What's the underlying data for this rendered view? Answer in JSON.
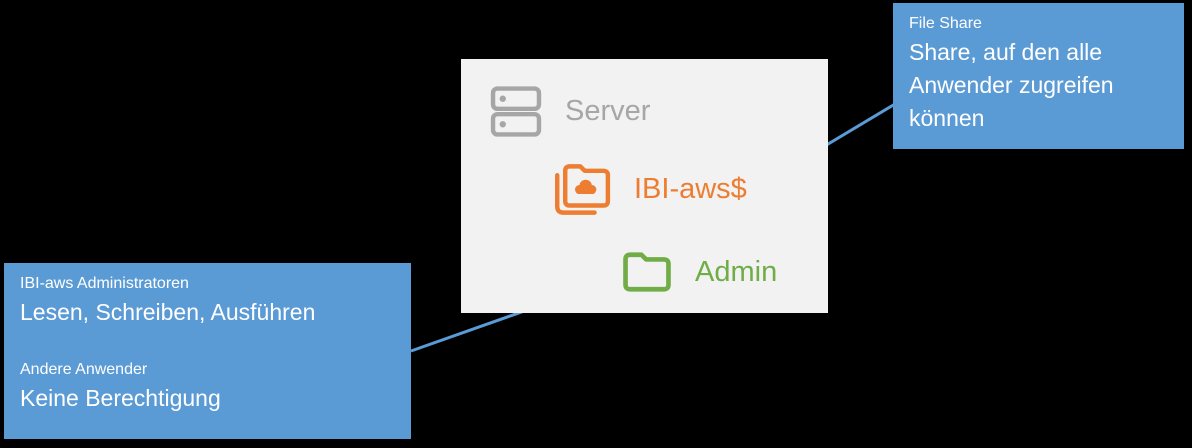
{
  "colors": {
    "page_bg": "#000000",
    "panel_bg": "#F2F2F2",
    "callout_bg": "#5B9BD5",
    "callout_text": "#FFFFFF",
    "server_gray": "#A6A6A6",
    "share_orange": "#ED7D31",
    "admin_green": "#70AD47",
    "arrow_blue": "#5B9BD5"
  },
  "icons": {
    "server": "server-icon",
    "file_share": "shared-folder-cloud-icon",
    "admin_folder": "folder-icon",
    "connectors": "arrow-icon"
  },
  "server_panel": {
    "server_label": "Server",
    "file_share_label": "IBI-aws$",
    "admin_folder_label": "Admin"
  },
  "file_share_callout": {
    "title": "File Share",
    "body": "Share, auf den alle Anwender zugreifen können"
  },
  "permissions_callout": {
    "entries": [
      {
        "group": "IBI-aws Administratoren",
        "permission": "Lesen, Schreiben, Ausführen"
      },
      {
        "group": "Andere Anwender",
        "permission": "Keine Berechtigung"
      }
    ]
  }
}
